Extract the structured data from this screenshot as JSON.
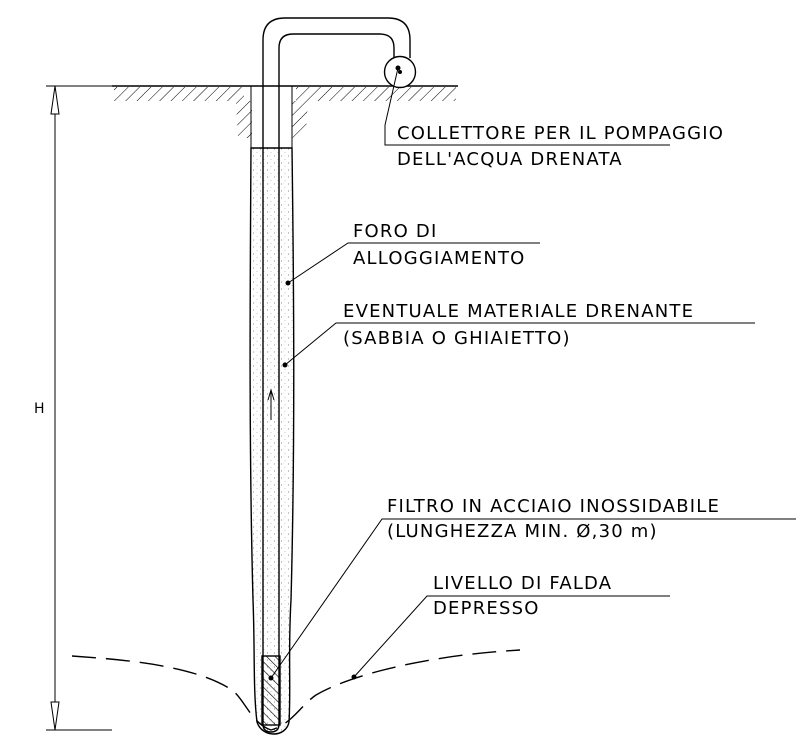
{
  "labels": {
    "collector_line1": "COLLETTORE PER IL POMPAGGIO",
    "collector_line2": "DELL'ACQUA DRENATA",
    "hole_line1": "FORO DI",
    "hole_line2": "ALLOGGIAMENTO",
    "drain_line1": "EVENTUALE MATERIALE DRENANTE",
    "drain_line2": "(SABBIA O GHIAIETTO)",
    "filter_line1": "FILTRO IN ACCIAIO INOSSIDABILE",
    "filter_line2": "(LUNGHEZZA MIN. Ø,30 m)",
    "water_line1": "LIVELLO DI FALDA",
    "water_line2": "DEPRESSO",
    "height_dimension": "H"
  }
}
